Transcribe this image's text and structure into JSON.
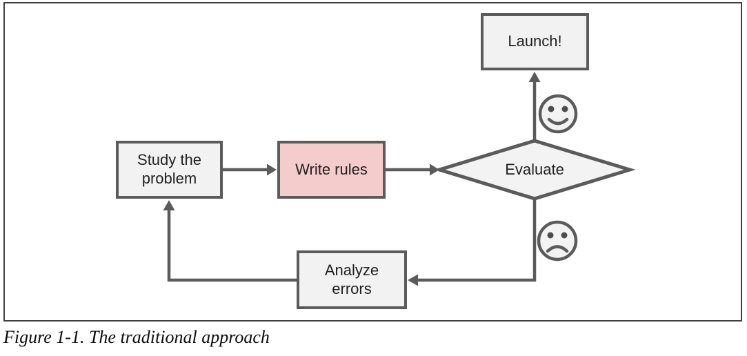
{
  "caption": "Figure 1-1. The traditional approach",
  "nodes": {
    "study_problem": {
      "label": "Study the\nproblem"
    },
    "write_rules": {
      "label": "Write rules"
    },
    "evaluate": {
      "label": "Evaluate"
    },
    "launch": {
      "label": "Launch!"
    },
    "analyze_errors": {
      "label": "Analyze\nerrors"
    }
  },
  "icons": {
    "happy_face": "happy-face-icon",
    "sad_face": "sad-face-icon"
  },
  "colors": {
    "node_fill": "#f2f2f2",
    "highlight_fill": "#f4cccc",
    "node_border": "#5b5b5b",
    "connector": "#5b5b5b",
    "diamond_fill": "#f3f3f3",
    "frame_border": "#3f3f3f",
    "text": "#212121",
    "background": "#ffffff"
  }
}
